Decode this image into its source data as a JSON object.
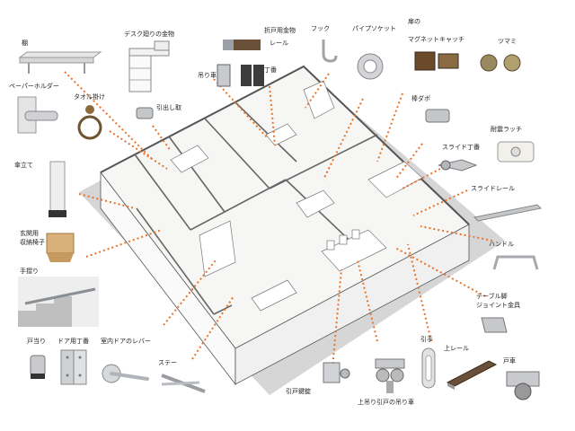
{
  "labels": {
    "shelf": "棚",
    "paper_holder": "ペーパーホルダー",
    "towel_ring": "タオル掛け",
    "umbrella_stand": "傘立て",
    "entry_storage_1": "玄関用",
    "entry_storage_2": "収納椅子",
    "handrail": "手摺り",
    "door_stop": "戸当り",
    "door_hinge": "ドア用丁番",
    "interior_lever": "室内ドアのレバー",
    "stay": "ステー",
    "desk_hardware": "デスク廻りの金物",
    "pull_handle": "引出し取",
    "hanging_wheel": "吊り車",
    "folding_door_1": "折戸用金物",
    "folding_door_2": "レール",
    "hinge": "丁番",
    "hook": "フック",
    "pipe_socket": "パイプソケット",
    "magnet_catch_1": "扉の",
    "magnet_catch_2": "マグネットキャッチ",
    "knob": "ツマミ",
    "pipe_support": "棒ダボ",
    "seismic_latch": "耐震ラッチ",
    "slide_hinge": "スライド丁番",
    "slide_rail": "スライドレール",
    "handle": "ハンドル",
    "table_leg_1": "テーブル脚",
    "table_leg_2": "ジョイント金具",
    "sliding_lock": "引戸鍵錠",
    "sliding_hanger": "上吊り引戸の吊り車",
    "finger_pull": "引手",
    "top_rail": "上レール",
    "door_roller": "戸車"
  },
  "colors": {
    "leader": "#e8742a",
    "wall": "#ffffff",
    "wall_edge": "#555555",
    "floor": "#f4f4f2",
    "shadow": "#d2d2d2",
    "metal": "#b9bcc0",
    "bronze": "#8a6a3a",
    "wood": "#d9b07a"
  }
}
